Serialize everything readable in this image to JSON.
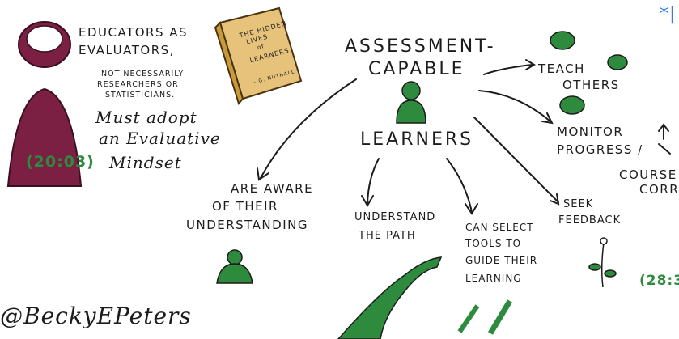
{
  "sketch": {
    "evaluators": {
      "line1": "EDUCATORS AS",
      "line2": "EVALUATORS,",
      "note1": "NOT NECESSARILY",
      "note2": "RESEARCHERS OR",
      "note3": "STATISTICIANS.",
      "script1": "Must adopt",
      "script2": "an Evaluative",
      "script3": "Mindset",
      "timestamp": "(20:03)"
    },
    "book": {
      "line1": "THE HIDDEN",
      "line2": "LIVES",
      "line3": "of",
      "line4": "LEARNERS",
      "author": "- G. NUTHALL -"
    },
    "center": {
      "title1": "ASSESSMENT-",
      "title2": "CAPABLE",
      "title3": "LEARNERS"
    },
    "branches": {
      "teach1": "TEACH",
      "teach2": "OTHERS",
      "monitor1": "MONITOR",
      "monitor2": "PROGRESS /",
      "course1": "COURSE",
      "course2": "CORR",
      "aware1": "ARE AWARE",
      "aware2": "OF THEIR",
      "aware3": "UNDERSTANDING",
      "path1": "UNDERSTAND",
      "path2": "THE PATH",
      "tools1": "CAN SELECT",
      "tools2": "TOOLS TO",
      "tools3": "GUIDE THEIR",
      "tools4": "LEARNING",
      "seek1": "SEEK",
      "seek2": "FEEDBACK"
    },
    "timestamp_right": "(28:3",
    "corner_mark": "*|",
    "author_handle": "@BeckyEPeters"
  },
  "colors": {
    "ink": "#1c1c1c",
    "green": "#2e8b3e",
    "maroon": "#7b2043",
    "book": "#e6c27a"
  }
}
